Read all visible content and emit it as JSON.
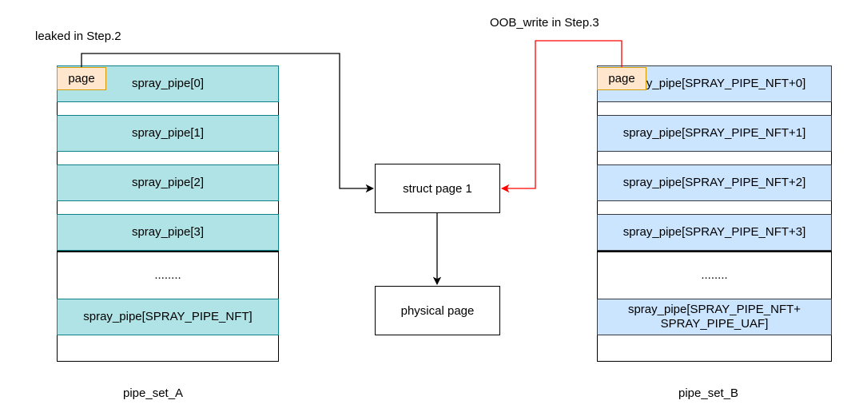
{
  "labels": {
    "leaked": "leaked in Step.2",
    "oob_write": "OOB_write in Step.3",
    "set_a": "pipe_set_A",
    "set_b": "pipe_set_B"
  },
  "nodes": {
    "struct_page": "struct page 1",
    "physical_page": "physical page"
  },
  "pipe_set_A": {
    "badge": "page",
    "cells": [
      "spray_pipe[0]",
      "spray_pipe[1]",
      "spray_pipe[2]",
      "spray_pipe[3]",
      "........",
      "spray_pipe[SPRAY_PIPE_NFT]"
    ]
  },
  "pipe_set_B": {
    "badge": "page",
    "cells": [
      "spray_pipe[SPRAY_PIPE_NFT+0]",
      "spray_pipe[SPRAY_PIPE_NFT+1]",
      "spray_pipe[SPRAY_PIPE_NFT+2]",
      "spray_pipe[SPRAY_PIPE_NFT+3]",
      "........",
      "spray_pipe[SPRAY_PIPE_NFT+\nSPRAY_PIPE_UAF]"
    ]
  },
  "colors": {
    "set_a_fill": "#b0e3e6",
    "set_a_stroke": "#0e8088",
    "set_b_fill": "#cce5ff",
    "badge_fill": "#ffe6cc",
    "badge_stroke": "#d79b00",
    "oob_arrow": "#ff0000",
    "leak_arrow": "#000000"
  }
}
